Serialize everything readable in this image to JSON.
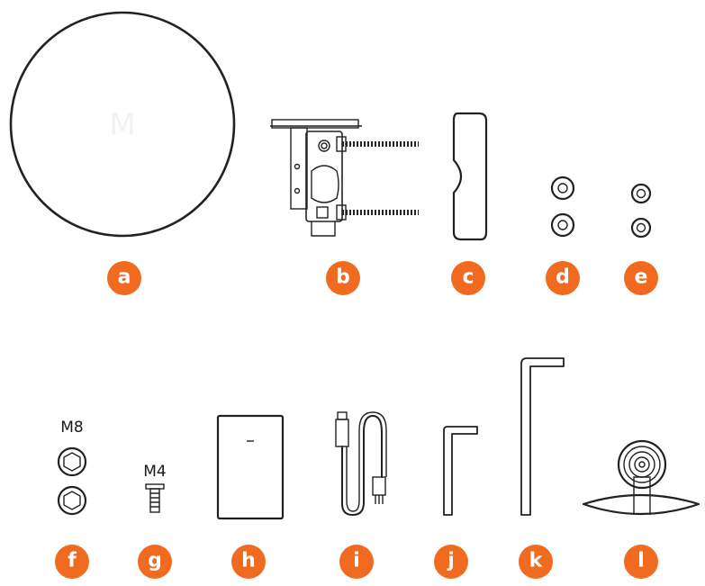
{
  "colors": {
    "badge": "#f06a1f",
    "line": "#222222"
  },
  "parts": [
    {
      "id": "a",
      "icon": "mirror-disc-icon"
    },
    {
      "id": "b",
      "icon": "pole-bracket-icon"
    },
    {
      "id": "c",
      "icon": "curved-clamp-icon"
    },
    {
      "id": "d",
      "icon": "large-washers-icon"
    },
    {
      "id": "e",
      "icon": "small-washers-icon"
    },
    {
      "id": "f",
      "icon": "m8-nuts-icon",
      "size_label": "M8"
    },
    {
      "id": "g",
      "icon": "m4-screw-icon",
      "size_label": "M4"
    },
    {
      "id": "h",
      "icon": "box-icon"
    },
    {
      "id": "i",
      "icon": "cable-icon"
    },
    {
      "id": "j",
      "icon": "small-hex-key-icon"
    },
    {
      "id": "k",
      "icon": "large-hex-key-icon"
    },
    {
      "id": "l",
      "icon": "mount-base-icon"
    }
  ]
}
